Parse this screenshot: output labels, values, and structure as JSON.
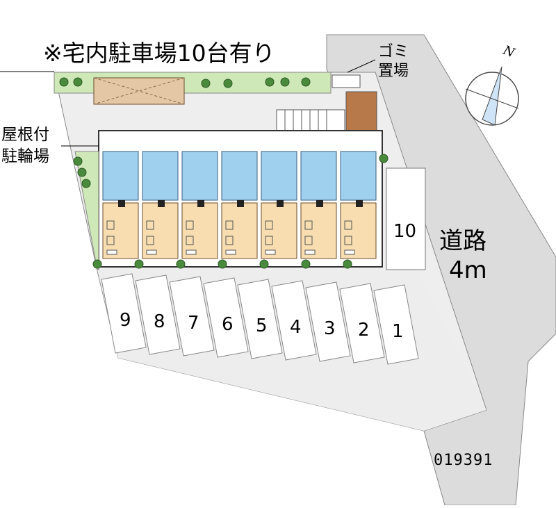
{
  "map": {
    "title": "※宅内駐車場10台有り",
    "bicycle_parking": {
      "line1": "屋根付",
      "line2": "駐輪場"
    },
    "garbage": {
      "line1": "ゴミ",
      "line2": "置場"
    },
    "road": {
      "line1": "道路",
      "line2": "4m"
    },
    "north_mark": "N",
    "code": "019391",
    "parking_slots": [
      "9",
      "8",
      "7",
      "6",
      "5",
      "4",
      "3",
      "2",
      "1"
    ],
    "parking_slot_extra": "10",
    "unit_count": 7
  },
  "colors": {
    "site": "#eeeeee",
    "road": "#dcdcdc",
    "wet_area": "#9fd0ee",
    "room": "#f7ddb0",
    "carport_roof": "#e4c8a6",
    "garbage_brick": "#b8794a",
    "greenery": "#4a8a3c",
    "lawn": "#cfe8b8",
    "compass": "#cfe4f6"
  }
}
